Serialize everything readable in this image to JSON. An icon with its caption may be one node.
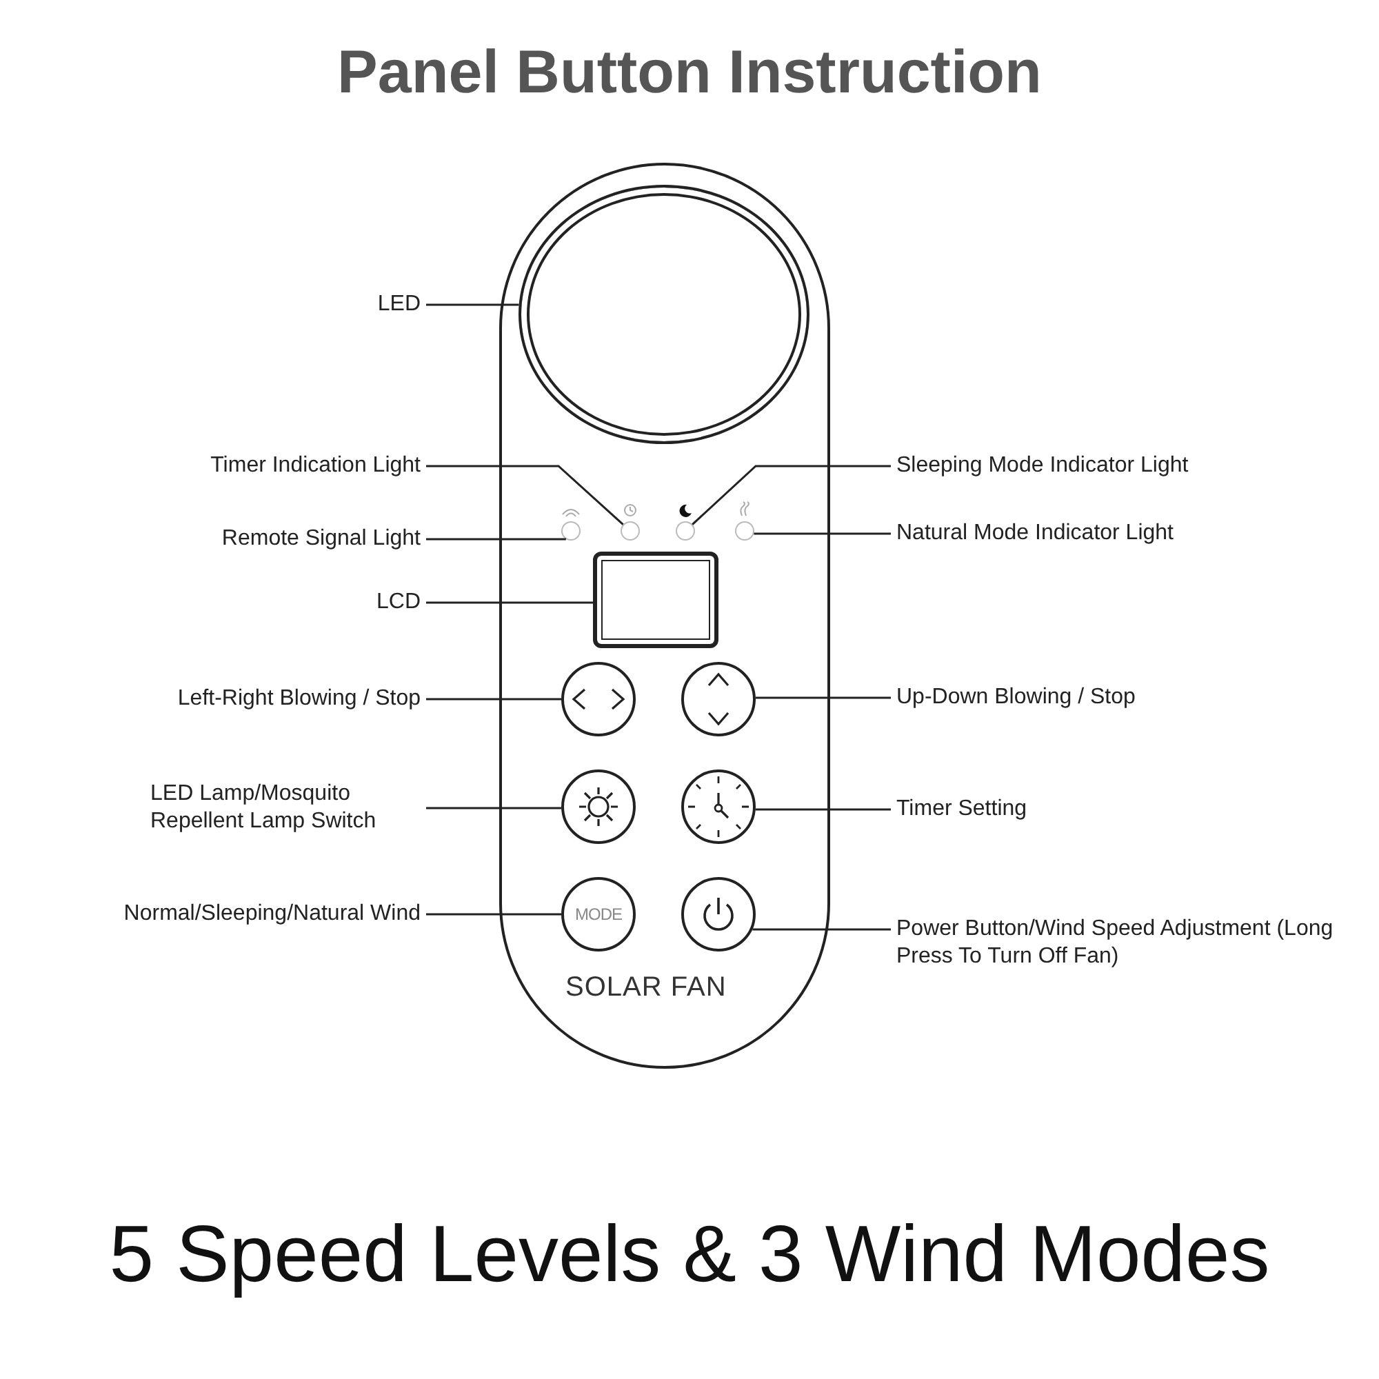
{
  "diagram": {
    "title": "Panel Button Instruction",
    "caption": "5 Speed Levels & 3 Wind Modes",
    "nodes": [
      {
        "text": [
          "LED"
        ]
      },
      {
        "text": [
          "Timer Indication Light"
        ]
      },
      {
        "text": [
          "Remote Signal Light"
        ]
      },
      {
        "text": [
          "LCD"
        ]
      },
      {
        "text": [
          "Left-Right Blowing / Stop"
        ]
      },
      {
        "text": [
          "LED Lamp/Mosquito Repellent Lamp Switch"
        ]
      },
      {
        "text": [
          "Normal/Sleeping/Natural Wind"
        ]
      },
      {
        "text": [
          "Sleeping Mode Indicator Light"
        ]
      },
      {
        "text": [
          "Natural Mode Indicator Light"
        ]
      },
      {
        "text": [
          "Up-Down Blowing / Stop"
        ]
      },
      {
        "text": [
          "Timer Setting"
        ]
      },
      {
        "text": [
          "Power Button/Wind Speed Adjustment (Long Press To Turn Off Fan)"
        ]
      },
      {
        "text": [
          "SOLAR FAN"
        ]
      },
      {
        "text": [],
        "shape": "oval",
        "in": 12
      },
      {
        "text": [],
        "shape": "circle",
        "in": 12
      },
      {
        "text": [],
        "shape": "circle",
        "in": 12
      },
      {
        "text": [],
        "shape": "circle",
        "in": 12
      },
      {
        "text": [],
        "shape": "circle",
        "in": 12
      },
      {
        "text": [],
        "shape": "box",
        "in": 12
      },
      {
        "text": [],
        "shape": "circle",
        "in": 12
      },
      {
        "text": [],
        "shape": "circle",
        "in": 12
      },
      {
        "text": [],
        "shape": "circle",
        "in": 12
      },
      {
        "text": [],
        "shape": "circle",
        "in": 12
      },
      {
        "text": [
          "MODE"
        ],
        "in": 12
      },
      {
        "text": [],
        "shape": "circle",
        "in": 12
      }
    ],
    "edges": [
      {
        "from": 0,
        "to": 13,
        "arrow": "none"
      },
      {
        "from": 1,
        "to": 15,
        "arrow": "none"
      },
      {
        "from": 2,
        "to": 14,
        "arrow": "none"
      },
      {
        "from": 3,
        "to": 18,
        "arrow": "none"
      },
      {
        "from": 4,
        "to": 19,
        "arrow": "none"
      },
      {
        "from": 5,
        "to": 21,
        "arrow": "none"
      },
      {
        "from": 6,
        "to": 23,
        "arrow": "none"
      },
      {
        "from": 7,
        "to": 16,
        "arrow": "none"
      },
      {
        "from": 8,
        "to": 17,
        "arrow": "none"
      },
      {
        "from": 9,
        "to": 20,
        "arrow": "none"
      },
      {
        "from": 10,
        "to": 22,
        "arrow": "none"
      },
      {
        "from": 11,
        "to": 24,
        "arrow": "none"
      }
    ]
  }
}
